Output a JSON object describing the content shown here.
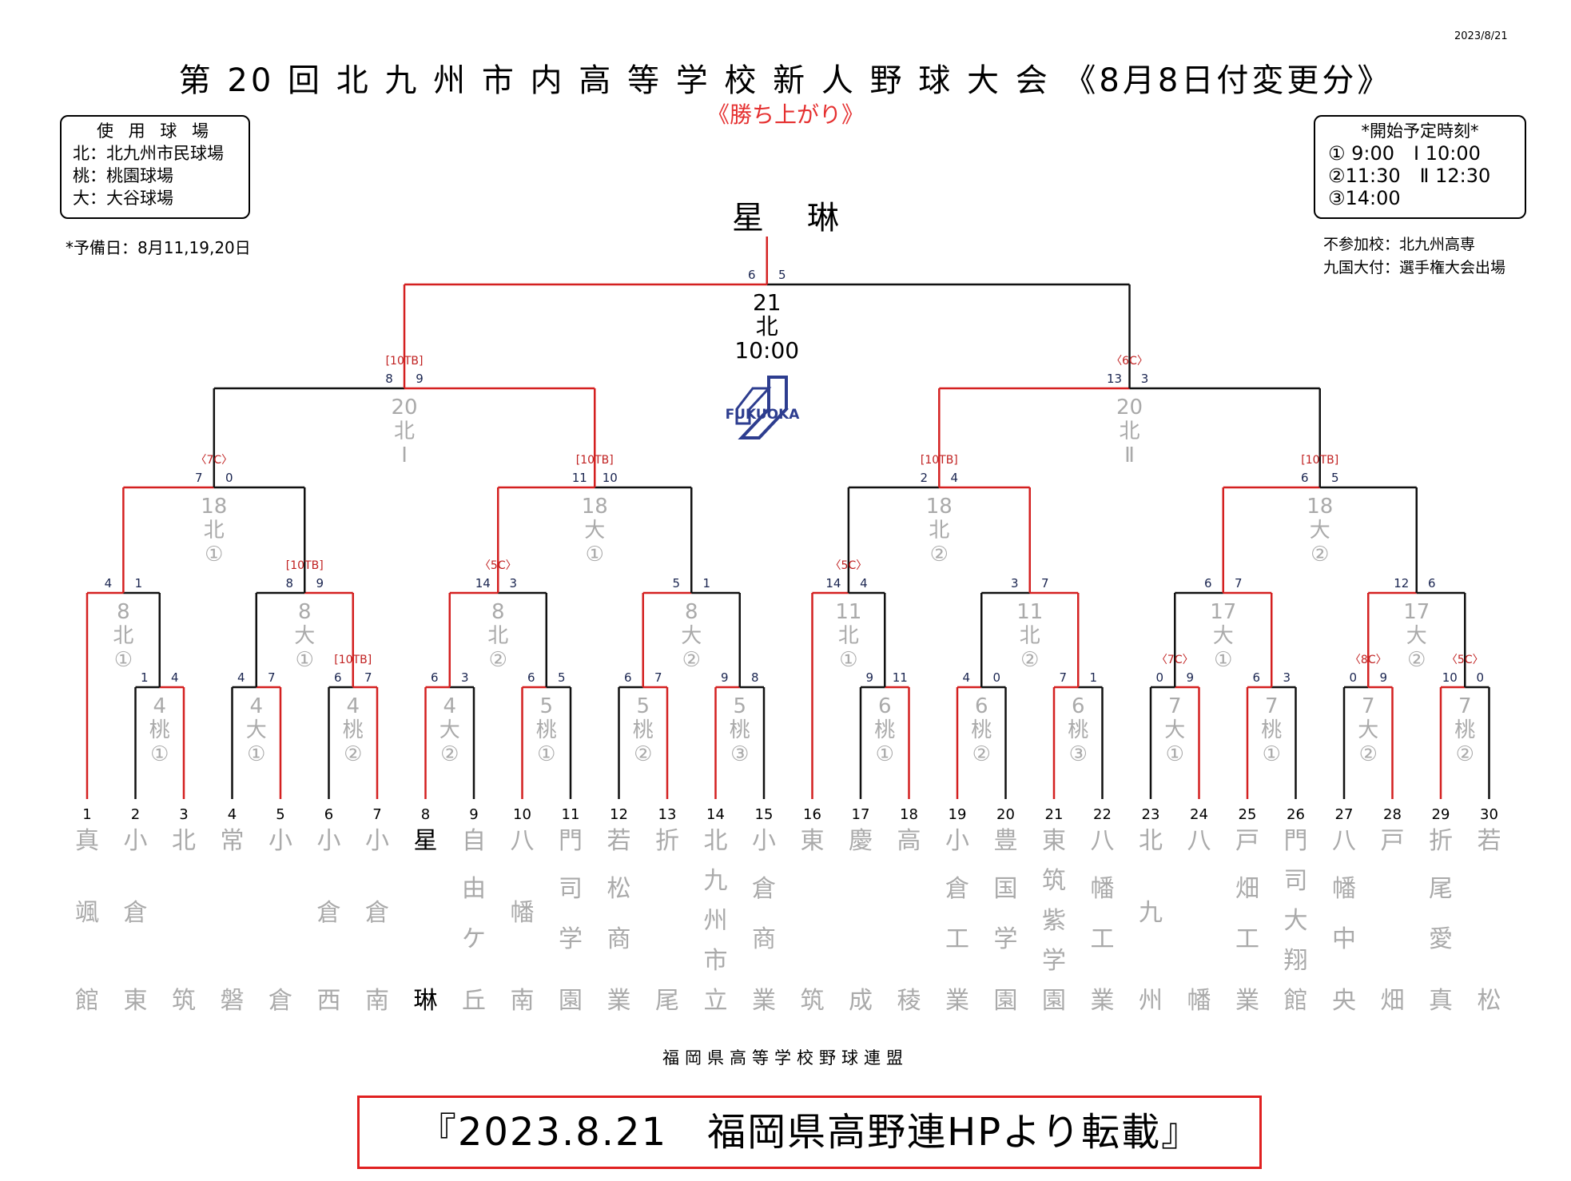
{
  "date": "2023/8/21",
  "title": "第 20 回 北 九 州 市 内 高 等 学 校 新 人 野 球 大 会 《8月8日付変更分》",
  "subtitle": "《勝ち上がり》",
  "venues": {
    "heading": "使 用 球 場",
    "rows": [
      "北：北九州市民球場",
      "桃：桃園球場",
      "大：大谷球場"
    ]
  },
  "start_times": {
    "heading": "*開始予定時刻*",
    "rows": [
      "① 9:00　Ⅰ 10:00",
      "②11:30　Ⅱ 12:30",
      "③14:00"
    ]
  },
  "reserve_days": "*予備日：8月11,19,20日",
  "notes": [
    "不参加校：北九州高専",
    "九国大付：選手権大会出場"
  ],
  "champion": "星琳",
  "logo_text": "FUKUOKA",
  "federation": "福岡県高等学校野球連盟",
  "repost_note": "『2023.8.21　福岡県高野連HPより転載』",
  "colors": {
    "winner_line": "#d42020",
    "loser_line": "#111111",
    "game_label": "#aaaaaa",
    "note_red": "#c02020"
  },
  "teams": [
    {
      "no": "1",
      "name": "真颯館"
    },
    {
      "no": "2",
      "name": "小倉東"
    },
    {
      "no": "3",
      "name": "北筑"
    },
    {
      "no": "4",
      "name": "常磐"
    },
    {
      "no": "5",
      "name": "小倉"
    },
    {
      "no": "6",
      "name": "小倉西"
    },
    {
      "no": "7",
      "name": "小倉南"
    },
    {
      "no": "8",
      "name": "星琳"
    },
    {
      "no": "9",
      "name": "自由ケ丘"
    },
    {
      "no": "10",
      "name": "八幡南"
    },
    {
      "no": "11",
      "name": "門司学園"
    },
    {
      "no": "12",
      "name": "若松商業"
    },
    {
      "no": "13",
      "name": "折尾"
    },
    {
      "no": "14",
      "name": "北九州市立"
    },
    {
      "no": "15",
      "name": "小倉商業"
    },
    {
      "no": "16",
      "name": "東筑"
    },
    {
      "no": "17",
      "name": "慶成"
    },
    {
      "no": "18",
      "name": "高稜"
    },
    {
      "no": "19",
      "name": "小倉工業"
    },
    {
      "no": "20",
      "name": "豊国学園"
    },
    {
      "no": "21",
      "name": "東筑紫学園"
    },
    {
      "no": "22",
      "name": "八幡工業"
    },
    {
      "no": "23",
      "name": "北九州"
    },
    {
      "no": "24",
      "name": "八幡"
    },
    {
      "no": "25",
      "name": "戸畑工業"
    },
    {
      "no": "26",
      "name": "門司大翔館"
    },
    {
      "no": "27",
      "name": "八幡中央"
    },
    {
      "no": "28",
      "name": "戸畑"
    },
    {
      "no": "29",
      "name": "折尾愛真"
    },
    {
      "no": "30",
      "name": "若松"
    }
  ],
  "games": [
    {
      "label": [
        "4",
        "桃",
        "①"
      ],
      "scores": [
        "1",
        "4"
      ],
      "winner": "R",
      "note": ""
    },
    {
      "label": [
        "4",
        "大",
        "①"
      ],
      "scores": [
        "4",
        "7"
      ],
      "winner": "R",
      "note": ""
    },
    {
      "label": [
        "4",
        "桃",
        "②"
      ],
      "scores": [
        "6",
        "7"
      ],
      "winner": "R",
      "note": "[10TB]"
    },
    {
      "label": [
        "4",
        "大",
        "②"
      ],
      "scores": [
        "6",
        "3"
      ],
      "winner": "L",
      "note": ""
    },
    {
      "label": [
        "5",
        "桃",
        "①"
      ],
      "scores": [
        "6",
        "5"
      ],
      "winner": "L",
      "note": ""
    },
    {
      "label": [
        "5",
        "桃",
        "②"
      ],
      "scores": [
        "6",
        "7"
      ],
      "winner": "R",
      "note": ""
    },
    {
      "label": [
        "5",
        "桃",
        "③"
      ],
      "scores": [
        "9",
        "8"
      ],
      "winner": "L",
      "note": ""
    },
    {
      "label": [
        "6",
        "桃",
        "①"
      ],
      "scores": [
        "9",
        "11"
      ],
      "winner": "R",
      "note": ""
    },
    {
      "label": [
        "6",
        "桃",
        "②"
      ],
      "scores": [
        "4",
        "0"
      ],
      "winner": "L",
      "note": ""
    },
    {
      "label": [
        "6",
        "桃",
        "③"
      ],
      "scores": [
        "7",
        "1"
      ],
      "winner": "L",
      "note": ""
    },
    {
      "label": [
        "7",
        "大",
        "①"
      ],
      "scores": [
        "0",
        "9"
      ],
      "winner": "R",
      "note": "〈7C〉"
    },
    {
      "label": [
        "7",
        "桃",
        "①"
      ],
      "scores": [
        "6",
        "3"
      ],
      "winner": "L",
      "note": ""
    },
    {
      "label": [
        "7",
        "大",
        "②"
      ],
      "scores": [
        "0",
        "9"
      ],
      "winner": "R",
      "note": "〈8C〉"
    },
    {
      "label": [
        "7",
        "桃",
        "②"
      ],
      "scores": [
        "10",
        "0"
      ],
      "winner": "L",
      "note": "〈5C〉"
    },
    {
      "label": [
        "8",
        "北",
        "①"
      ],
      "scores": [
        "4",
        "1"
      ],
      "winner": "L",
      "note": ""
    },
    {
      "label": [
        "8",
        "大",
        "①"
      ],
      "scores": [
        "8",
        "9"
      ],
      "winner": "R",
      "note": "[10TB]"
    },
    {
      "label": [
        "8",
        "北",
        "②"
      ],
      "scores": [
        "14",
        "3"
      ],
      "winner": "L",
      "note": "〈5C〉"
    },
    {
      "label": [
        "8",
        "大",
        "②"
      ],
      "scores": [
        "5",
        "1"
      ],
      "winner": "L",
      "note": ""
    },
    {
      "label": [
        "11",
        "北",
        "①"
      ],
      "scores": [
        "14",
        "4"
      ],
      "winner": "L",
      "note": "〈5C〉"
    },
    {
      "label": [
        "11",
        "北",
        "②"
      ],
      "scores": [
        "3",
        "7"
      ],
      "winner": "R",
      "note": ""
    },
    {
      "label": [
        "17",
        "大",
        "①"
      ],
      "scores": [
        "6",
        "7"
      ],
      "winner": "R",
      "note": ""
    },
    {
      "label": [
        "17",
        "大",
        "②"
      ],
      "scores": [
        "12",
        "6"
      ],
      "winner": "L",
      "note": ""
    },
    {
      "label": [
        "18",
        "北",
        "①"
      ],
      "scores": [
        "7",
        "0"
      ],
      "winner": "L",
      "note": "〈7C〉"
    },
    {
      "label": [
        "18",
        "大",
        "①"
      ],
      "scores": [
        "11",
        "10"
      ],
      "winner": "L",
      "note": "[10TB]"
    },
    {
      "label": [
        "18",
        "北",
        "②"
      ],
      "scores": [
        "2",
        "4"
      ],
      "winner": "R",
      "note": "[10TB]"
    },
    {
      "label": [
        "18",
        "大",
        "②"
      ],
      "scores": [
        "6",
        "5"
      ],
      "winner": "L",
      "note": "[10TB]"
    },
    {
      "label": [
        "20",
        "北",
        "Ⅰ"
      ],
      "scores": [
        "8",
        "9"
      ],
      "winner": "R",
      "note": "[10TB]"
    },
    {
      "label": [
        "20",
        "北",
        "Ⅱ"
      ],
      "scores": [
        "13",
        "3"
      ],
      "winner": "L",
      "note": "〈6C〉"
    },
    {
      "label": [
        "21",
        "北",
        "10:00"
      ],
      "scores": [
        "6",
        "5"
      ],
      "winner": "L",
      "note": ""
    }
  ]
}
